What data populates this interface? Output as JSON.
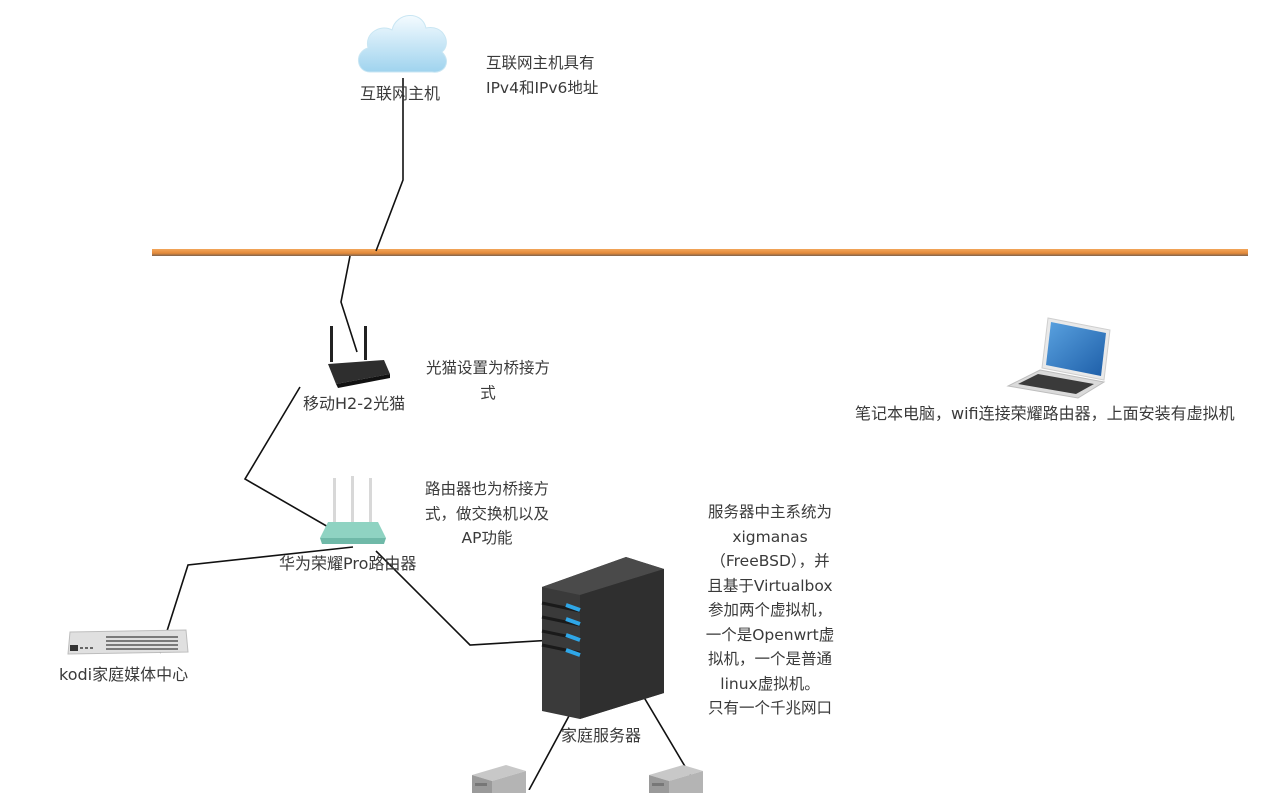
{
  "diagram": {
    "type": "network-topology",
    "colors": {
      "backbone": "#e8913f",
      "backbone_shadow": "#8a6a55",
      "link": "#111111",
      "cloud": "#bfe3f5",
      "router_teal": "#8fd3c2",
      "server_body": "#3a3a3a",
      "server_led": "#2fa7e8",
      "laptop_screen": "#2b6fb8"
    },
    "nodes": [
      {
        "id": "internet",
        "label": "互联网主机",
        "icon": "cloud-icon"
      },
      {
        "id": "modem",
        "label": "移动H2-2光猫",
        "icon": "modem-icon"
      },
      {
        "id": "router",
        "label": "华为荣耀Pro路由器",
        "icon": "router-icon"
      },
      {
        "id": "kodi",
        "label": "kodi家庭媒体中心",
        "icon": "media-box-icon"
      },
      {
        "id": "server",
        "label": "家庭服务器",
        "icon": "server-tower-icon"
      },
      {
        "id": "laptop",
        "label": "笔记本电脑，wifi连接荣耀路由器，上面安装有虚拟机",
        "icon": "laptop-icon"
      },
      {
        "id": "vm1",
        "label": "",
        "icon": "vm-server-icon"
      },
      {
        "id": "vm2",
        "label": "",
        "icon": "vm-server-icon"
      }
    ],
    "notes": {
      "internet": [
        "互联网主机具有",
        "IPv4和IPv6地址"
      ],
      "modem": [
        "光猫设置为桥接方",
        "式"
      ],
      "router": [
        "路由器也为桥接方",
        "式，做交换机以及",
        "AP功能"
      ],
      "server": [
        "服务器中主系统为",
        "xigmanas",
        "（FreeBSD），并",
        "且基于Virtualbox",
        "参加两个虚拟机，",
        "一个是Openwrt虚",
        "拟机，一个是普通",
        "linux虚拟机。",
        "只有一个千兆网口"
      ]
    },
    "edges": [
      {
        "from": "internet",
        "to": "backbone"
      },
      {
        "from": "backbone",
        "to": "modem"
      },
      {
        "from": "modem",
        "to": "router"
      },
      {
        "from": "router",
        "to": "kodi"
      },
      {
        "from": "router",
        "to": "server"
      },
      {
        "from": "server",
        "to": "vm1"
      },
      {
        "from": "server",
        "to": "vm2"
      }
    ]
  }
}
